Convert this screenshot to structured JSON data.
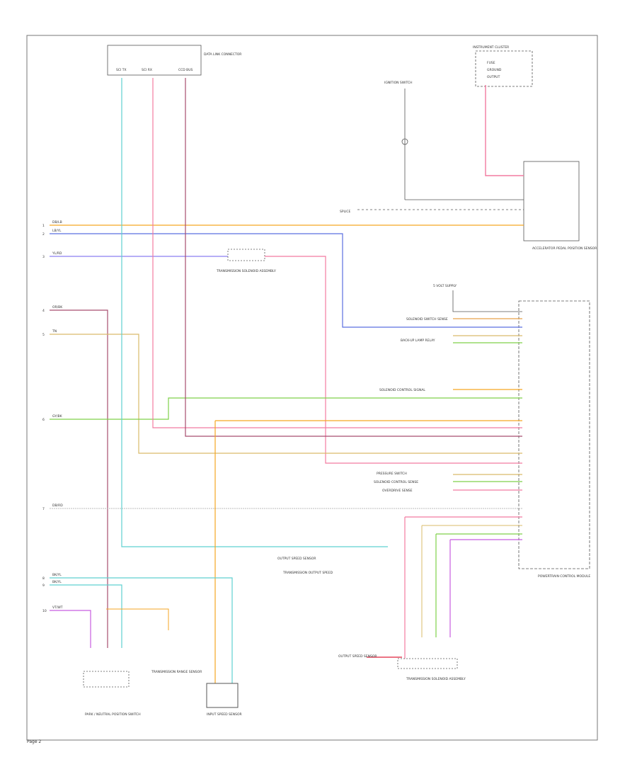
{
  "colors": {
    "frame": "#777777",
    "orange": "#f5a623",
    "blue": "#5b6fe0",
    "cyan": "#5fd0d0",
    "pink": "#f27ba0",
    "maroon": "#a64d6f",
    "tan": "#d9bb6a",
    "green": "#7fd14a",
    "purple": "#c85ee0",
    "red": "#e0203a",
    "gray": "#555555",
    "gold": "#e8a04a"
  },
  "labels": {
    "corner": "Page 2",
    "top_connector": "DATA LINK CONNECTOR",
    "top_pins": [
      "SCI TX",
      "SCI RX",
      "CCD BUS"
    ],
    "top_module": "INSTRUMENT CLUSTER",
    "top_module_pins": [
      "FUSE",
      "GROUND",
      "OUTPUT"
    ],
    "sensor_top": "IGNITION SWITCH",
    "splice_label": "SPLICE",
    "right_module": "ACCELERATOR PEDAL POSITION SENSOR",
    "switch_mid": "TRANSMISSION SOLENOID ASSEMBLY",
    "pcm_top": "5 VOLT SUPPLY",
    "pcm_label": "POWERTRAIN CONTROL MODULE",
    "pcm_mid_labels": [
      "SOLENOID SWITCH SENSE",
      "BACK-UP LAMP RELAY"
    ],
    "pcm_mid2": "SOLENOID CONTROL SIGNAL",
    "pcm_lower_labels": [
      "PRESSURE SWITCH",
      "SOLENOID CONTROL SENSE",
      "OVERDRIVE SENSE"
    ],
    "pcm_output": "OUTPUT SPEED SENSOR",
    "bottom_notes": "TRANSMISSION OUTPUT SPEED",
    "bottom_connectors": [
      "PARK / NEUTRAL POSITION SWITCH",
      "TRANSMISSION RANGE SENSOR",
      "INPUT SPEED SENSOR",
      "OUTPUT SPEED SENSOR",
      "TRANSMISSION SOLENOID ASSEMBLY"
    ],
    "left_wires": [
      "DB/LB",
      "LB/YL",
      "YL/RD",
      "OR/BK",
      "TN",
      "GY/BK",
      "DB/RD",
      "BK/YL",
      "BK/YL",
      "VT/WT"
    ],
    "left_pins": [
      "1",
      "2",
      "3",
      "4",
      "5",
      "6",
      "7",
      "8",
      "9",
      "10"
    ]
  }
}
